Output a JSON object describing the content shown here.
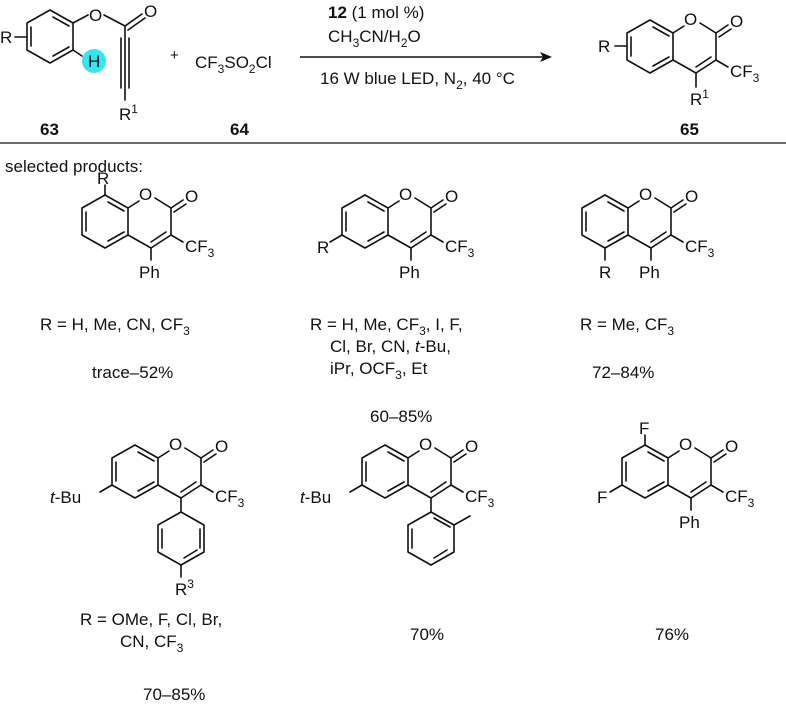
{
  "reaction": {
    "reactant_R": "R",
    "reactant_H": "H",
    "reactant_O": "O",
    "reactant_carbonyl_O": "O",
    "reactant_R1": "R",
    "reactant_R1_sup": "1",
    "reactant_label": "63",
    "plus": "+",
    "reagent_text": "CF",
    "reagent_text2": "SO",
    "reagent_text3": "Cl",
    "reagent_sub1": "3",
    "reagent_sub2": "2",
    "reagent_label": "64",
    "catalyst_label": "12",
    "catalyst_loading": " (1 mol %)",
    "solvent_a": "CH",
    "solvent_sub": "3",
    "solvent_b": "CN/H",
    "solvent_sub2": "2",
    "solvent_c": "O",
    "conditions_a": "16 W blue LED, N",
    "conditions_sub": "2",
    "conditions_b": ", 40 °C",
    "product_R": "R",
    "product_O": "O",
    "product_carbonyl_O": "O",
    "product_CF": "CF",
    "product_CF_sub": "3",
    "product_R1": "R",
    "product_R1_sup": "1",
    "product_label": "65"
  },
  "selected_title": "selected products:",
  "products": [
    {
      "subst": "R",
      "O1": "O",
      "O2": "O",
      "cf": "CF",
      "cf_sub": "3",
      "ph": "Ph",
      "line1": "R = H, Me, CN, CF",
      "line1_sub": "3",
      "yield": "trace–52%"
    },
    {
      "subst": "R",
      "O1": "O",
      "O2": "O",
      "cf": "CF",
      "cf_sub": "3",
      "ph": "Ph",
      "line1a": "R = H, Me, CF",
      "line1a_sub": "3",
      "line1b": ", I, F,",
      "line2a": "Cl, Br, CN, ",
      "line2b": "t",
      "line2c": "-Bu,",
      "line3a": "iPr, OCF",
      "line3a_sub": "3",
      "line3b": ", Et",
      "yield": "60–85%"
    },
    {
      "subst": "R",
      "O1": "O",
      "O2": "O",
      "cf": "CF",
      "cf_sub": "3",
      "ph": "Ph",
      "line1": "R = Me, CF",
      "line1_sub": "3",
      "yield": "72–84%"
    },
    {
      "tbu_a": "t",
      "tbu_b": "-Bu",
      "O1": "O",
      "O2": "O",
      "cf": "CF",
      "cf_sub": "3",
      "r3": "R",
      "r3_sup": "3",
      "line1": "R = OMe, F, Cl, Br,",
      "line2a": "CN, CF",
      "line2a_sub": "3",
      "yield": "70–85%"
    },
    {
      "tbu_a": "t",
      "tbu_b": "-Bu",
      "O1": "O",
      "O2": "O",
      "cf": "CF",
      "cf_sub": "3",
      "yield": "70%"
    },
    {
      "f1": "F",
      "f2": "F",
      "O1": "O",
      "O2": "O",
      "cf": "CF",
      "cf_sub": "3",
      "ph": "Ph",
      "yield": "76%"
    }
  ],
  "colors": {
    "highlight": "#33E6F0",
    "ink": "#111111"
  }
}
